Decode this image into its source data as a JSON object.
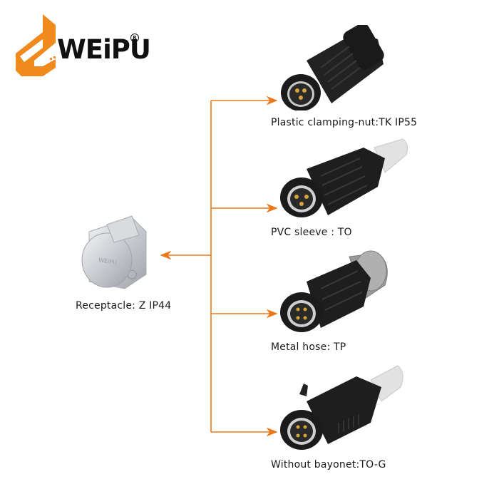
{
  "brand": {
    "name": "WEiPU",
    "registered_mark": "R",
    "accent_color": "#f08a1c"
  },
  "diagram": {
    "connector_color": "#e9791a",
    "source": {
      "label": "Receptacle: Z  IP44",
      "icon": "receptacle-socket-icon"
    },
    "targets": [
      {
        "label": "Plastic clamping-nut:TK IP55",
        "icon": "plug-clamping-nut-icon"
      },
      {
        "label": "PVC sleeve : TO",
        "icon": "plug-pvc-sleeve-icon"
      },
      {
        "label": "Metal hose: TP",
        "icon": "plug-metal-hose-icon"
      },
      {
        "label": "Without bayonet:TO-G",
        "icon": "plug-without-bayonet-icon"
      }
    ]
  }
}
